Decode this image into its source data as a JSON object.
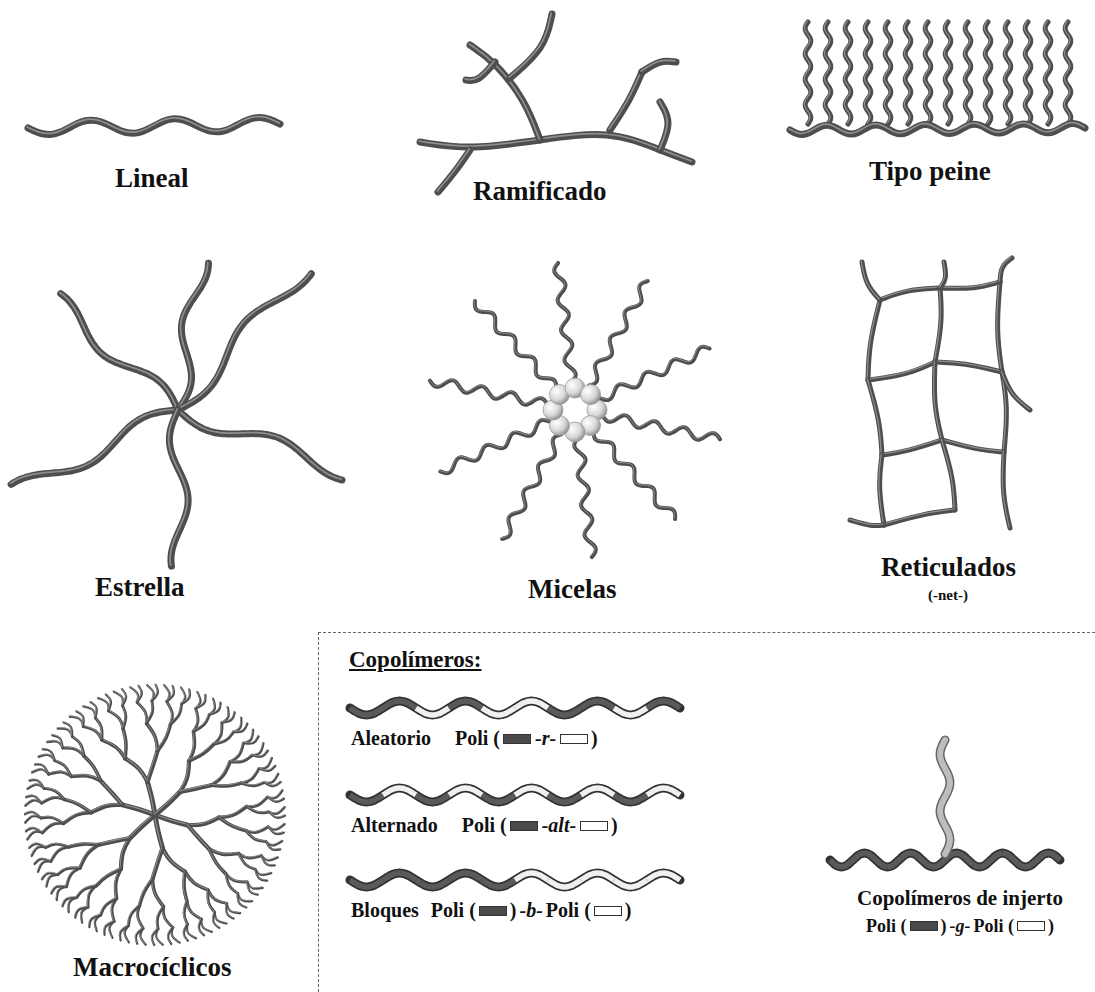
{
  "diagram": {
    "nodes": [
      {
        "text": [
          "Copolímeros:"
        ]
      }
    ],
    "labels": [
      "Lineal",
      "Ramificado",
      "Tipo peine",
      "Estrella",
      "Micelas",
      "Reticulados",
      "(-net-)",
      "Macrocíclicos",
      "Aleatorio",
      "Poli (",
      "-r-",
      ")",
      "Alternado",
      "Poli (",
      "-alt-",
      ")",
      "Bloques",
      "Poli (",
      ")",
      "-b-",
      "Poli (",
      ")",
      "Copolímeros de injerto",
      "Poli (",
      ")",
      "-g-",
      "Poli (",
      ")"
    ]
  }
}
